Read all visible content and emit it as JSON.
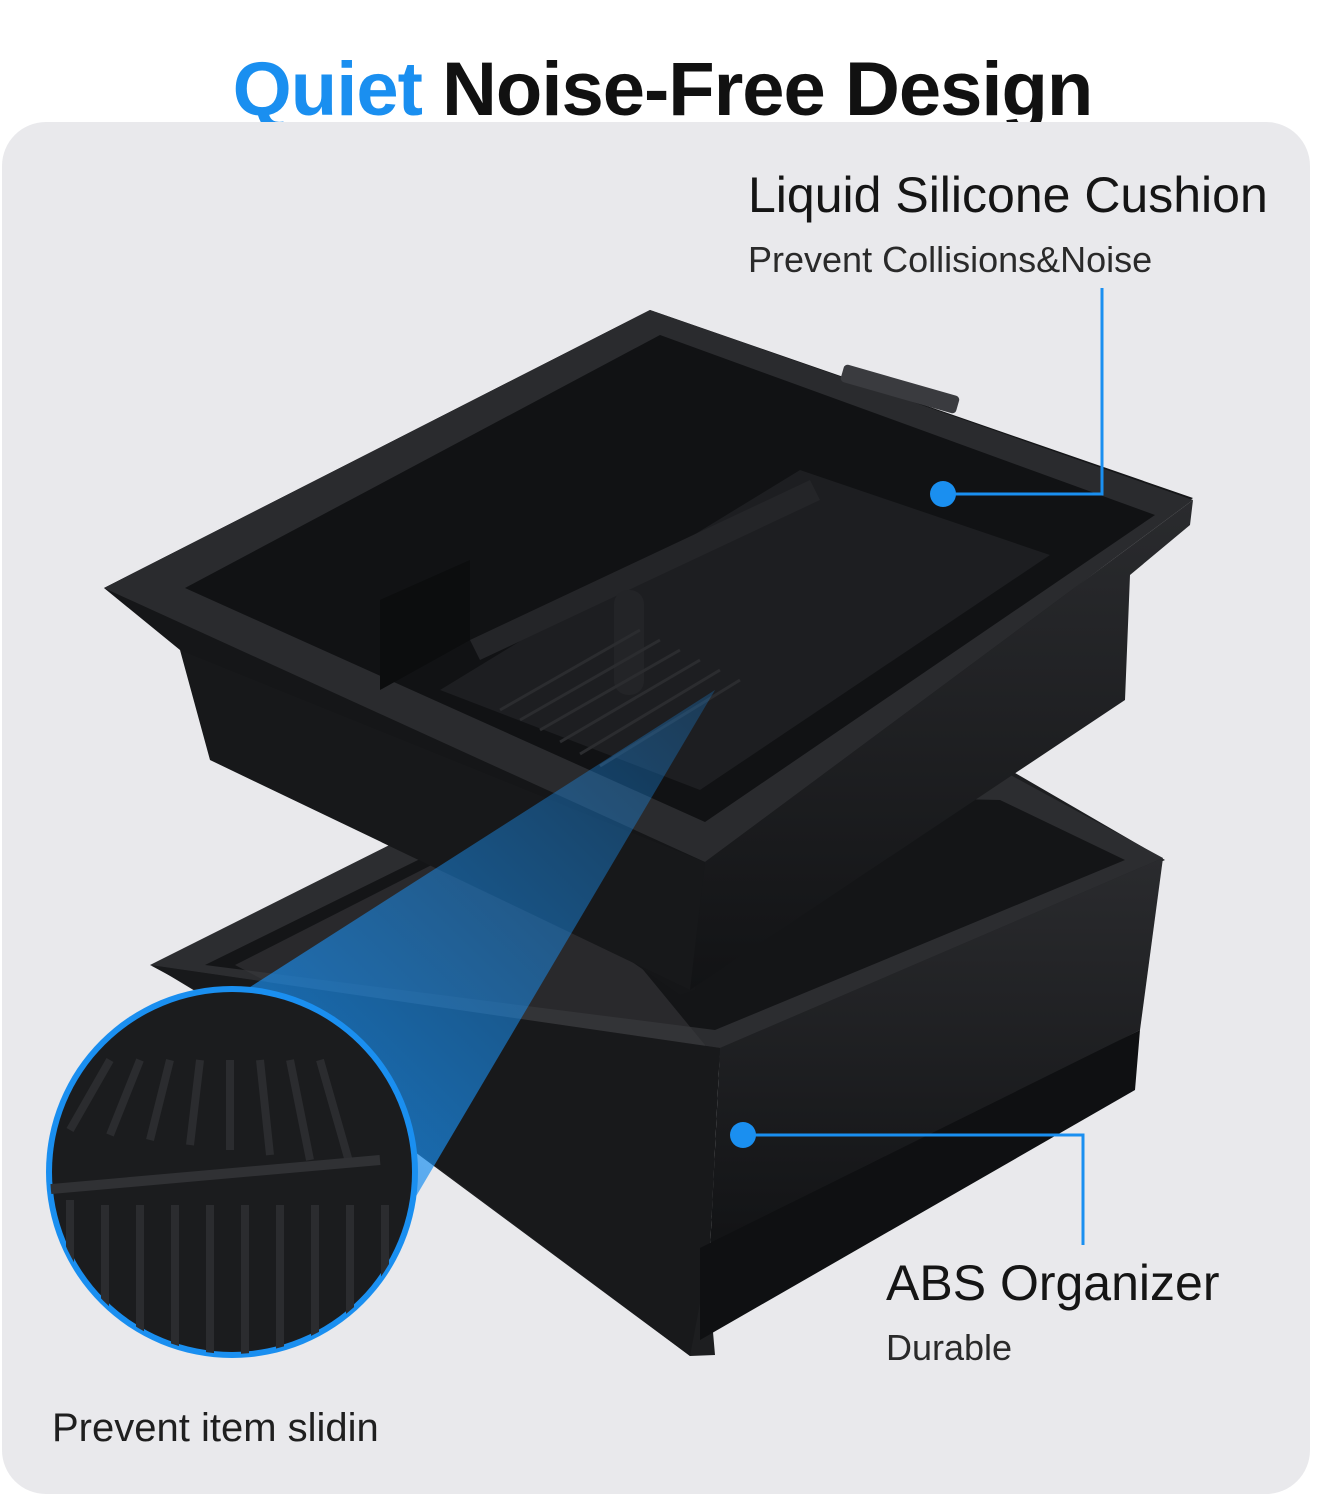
{
  "headline": {
    "accent": "Quiet",
    "rest": " Noise-Free Design"
  },
  "callouts": {
    "silicone": {
      "title": "Liquid Silicone Cushion",
      "subtitle": "Prevent Collisions&Noise"
    },
    "abs": {
      "title": "ABS Organizer",
      "subtitle": "Durable"
    },
    "zoom": {
      "caption": "Prevent item slidin"
    }
  },
  "colors": {
    "accent": "#1a8ff0",
    "panel": "#e9e9ec",
    "tray": "#1b1c1e"
  }
}
